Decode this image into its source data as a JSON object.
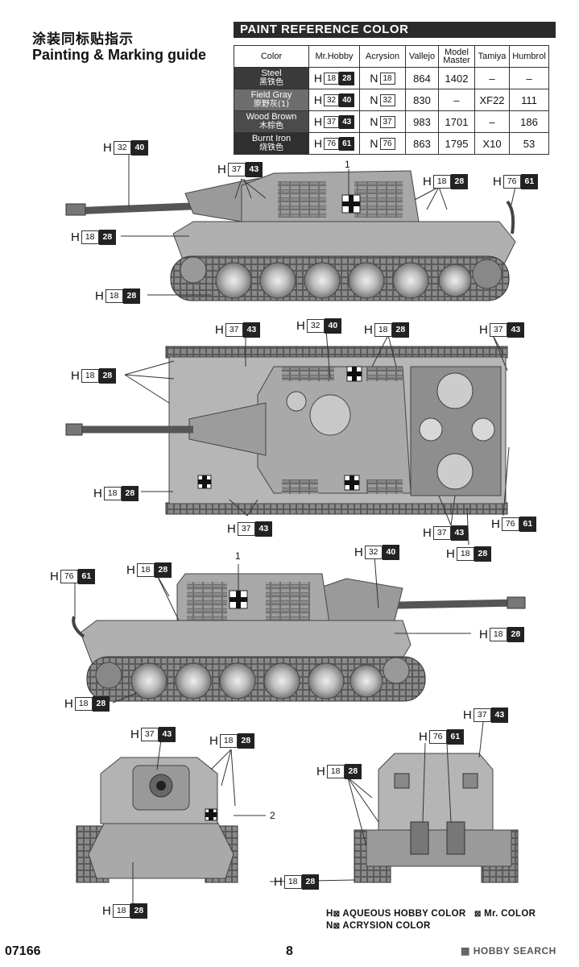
{
  "header": {
    "title_cn": "涂装同标贴指示",
    "title_en": "Painting & Marking guide",
    "reference_title": "PAINT  REFERENCE COLOR"
  },
  "table": {
    "headers": [
      "Color",
      "Mr.Hobby",
      "Acrysion",
      "Vallejo",
      "Model Master",
      "Tamiya",
      "Humbrol"
    ],
    "rows": [
      {
        "name_en": "Steel",
        "name_cn": "黑铁色",
        "h_a": "18",
        "h_b": "28",
        "n": "18",
        "vallejo": "864",
        "model_master": "1402",
        "tamiya": "–",
        "humbrol": "–",
        "color": "#3a3a3a"
      },
      {
        "name_en": "Field Gray",
        "name_cn": "原野灰(1)",
        "h_a": "32",
        "h_b": "40",
        "n": "32",
        "vallejo": "830",
        "model_master": "–",
        "tamiya": "XF22",
        "humbrol": "111",
        "color": "#6d6d6d"
      },
      {
        "name_en": "Wood Brown",
        "name_cn": "木棕色",
        "h_a": "37",
        "h_b": "43",
        "n": "37",
        "vallejo": "983",
        "model_master": "1701",
        "tamiya": "–",
        "humbrol": "186",
        "color": "#4b4b4b"
      },
      {
        "name_en": "Burnt Iron",
        "name_cn": "烧铁色",
        "h_a": "76",
        "h_b": "61",
        "n": "76",
        "vallejo": "863",
        "model_master": "1795",
        "tamiya": "X10",
        "humbrol": "53",
        "color": "#2f2f2f"
      }
    ]
  },
  "callouts": {
    "letter": "H",
    "n_letter": "N",
    "c1": {
      "a": "32",
      "b": "40"
    },
    "c2": {
      "a": "37",
      "b": "43"
    },
    "c3": {
      "a": "18",
      "b": "28"
    },
    "c4": {
      "a": "76",
      "b": "61"
    },
    "c5": {
      "a": "18",
      "b": "28"
    },
    "c6": {
      "a": "18",
      "b": "28"
    },
    "t1": {
      "a": "37",
      "b": "43"
    },
    "t2": {
      "a": "32",
      "b": "40"
    },
    "t3": {
      "a": "18",
      "b": "28"
    },
    "t4": {
      "a": "37",
      "b": "43"
    },
    "t5": {
      "a": "18",
      "b": "28"
    },
    "t6": {
      "a": "18",
      "b": "28"
    },
    "t7": {
      "a": "37",
      "b": "43"
    },
    "t8": {
      "a": "37",
      "b": "43"
    },
    "t9": {
      "a": "76",
      "b": "61"
    },
    "t10": {
      "a": "18",
      "b": "28"
    },
    "s1": {
      "a": "18",
      "b": "28"
    },
    "s2": {
      "a": "76",
      "b": "61"
    },
    "s3": {
      "a": "32",
      "b": "40"
    },
    "s4": {
      "a": "18",
      "b": "28"
    },
    "s5": {
      "a": "18",
      "b": "28"
    },
    "f1": {
      "a": "37",
      "b": "43"
    },
    "f2": {
      "a": "18",
      "b": "28"
    },
    "f3": {
      "a": "18",
      "b": "28"
    },
    "r1": {
      "a": "37",
      "b": "43"
    },
    "r2": {
      "a": "76",
      "b": "61"
    },
    "r3": {
      "a": "18",
      "b": "28"
    },
    "r4": {
      "a": "18",
      "b": "28"
    }
  },
  "numbers": {
    "n1": "1",
    "n2": "1",
    "n3": "2"
  },
  "legend": {
    "line1": "AQUEOUS HOBBY COLOR",
    "line1b": "Mr. COLOR",
    "line2": "ACRYSION COLOR",
    "mark_h": "H",
    "mark_n": "N"
  },
  "footer": {
    "code": "07166",
    "page": "8",
    "watermark": "HOBBY SEARCH"
  }
}
